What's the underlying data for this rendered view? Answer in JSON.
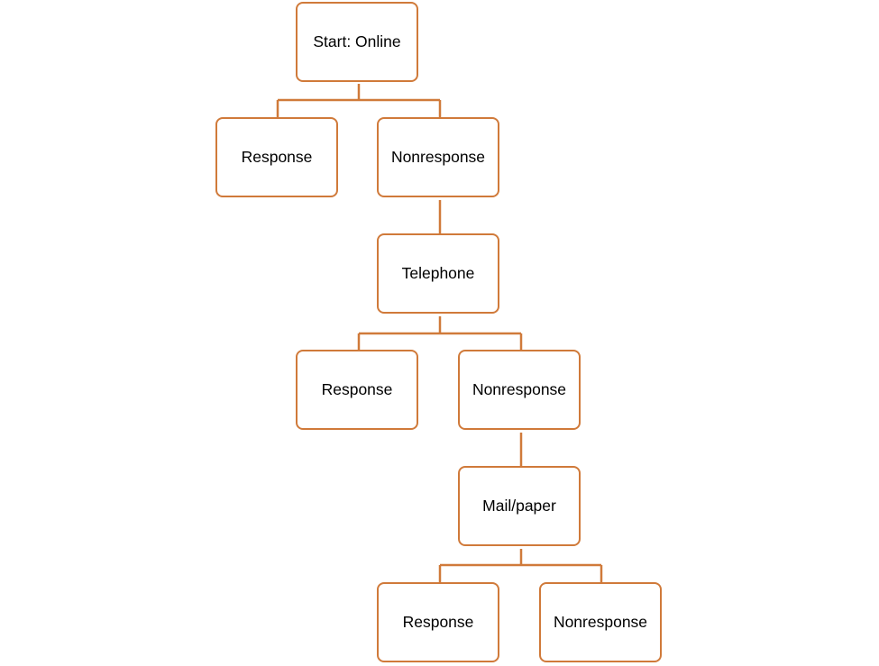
{
  "diagram": {
    "colors": {
      "stroke": "#D07A3A",
      "background": "#FFFFFF",
      "text": "#000000"
    },
    "nodes": {
      "start_online": "Start: Online",
      "online_response": "Response",
      "online_nonresponse": "Nonresponse",
      "telephone": "Telephone",
      "telephone_response": "Response",
      "telephone_nonresponse": "Nonresponse",
      "mail_paper": "Mail/paper",
      "mail_response": "Response",
      "mail_nonresponse": "Nonresponse"
    },
    "edges": [
      [
        "start_online",
        "online_response"
      ],
      [
        "start_online",
        "online_nonresponse"
      ],
      [
        "online_nonresponse",
        "telephone"
      ],
      [
        "telephone",
        "telephone_response"
      ],
      [
        "telephone",
        "telephone_nonresponse"
      ],
      [
        "telephone_nonresponse",
        "mail_paper"
      ],
      [
        "mail_paper",
        "mail_response"
      ],
      [
        "mail_paper",
        "mail_nonresponse"
      ]
    ]
  }
}
